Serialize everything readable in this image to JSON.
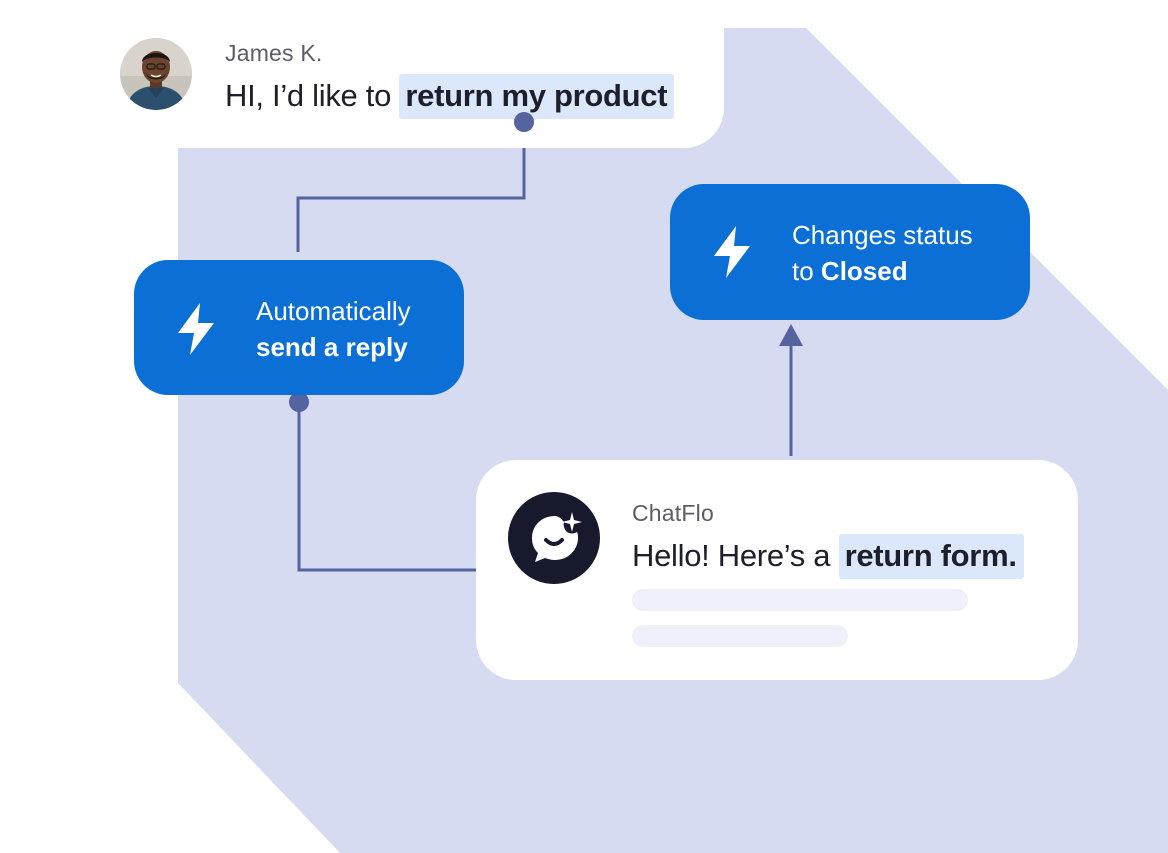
{
  "customer_message": {
    "sender": "James K.",
    "text_plain": "HI, I’d like to ",
    "text_highlight": "return my product"
  },
  "automation_reply": {
    "line1": "Automatically",
    "line2": "send a reply",
    "icon": "lightning-bolt-icon"
  },
  "automation_status": {
    "line1": "Changes status",
    "line2_plain": "to ",
    "line2_bold": "Closed",
    "icon": "lightning-bolt-icon"
  },
  "bot_message": {
    "sender": "ChatFlo",
    "text_plain": "Hello! Here’s a ",
    "text_highlight": "return form.",
    "logo_icon": "chatflo-logo-icon"
  },
  "colors": {
    "action_blue": "#0b6fd6",
    "connector": "#5563a0",
    "background_shape": "#d7dbf1",
    "highlight": "#dbe8fb",
    "bot_logo_bg": "#171a2c"
  }
}
